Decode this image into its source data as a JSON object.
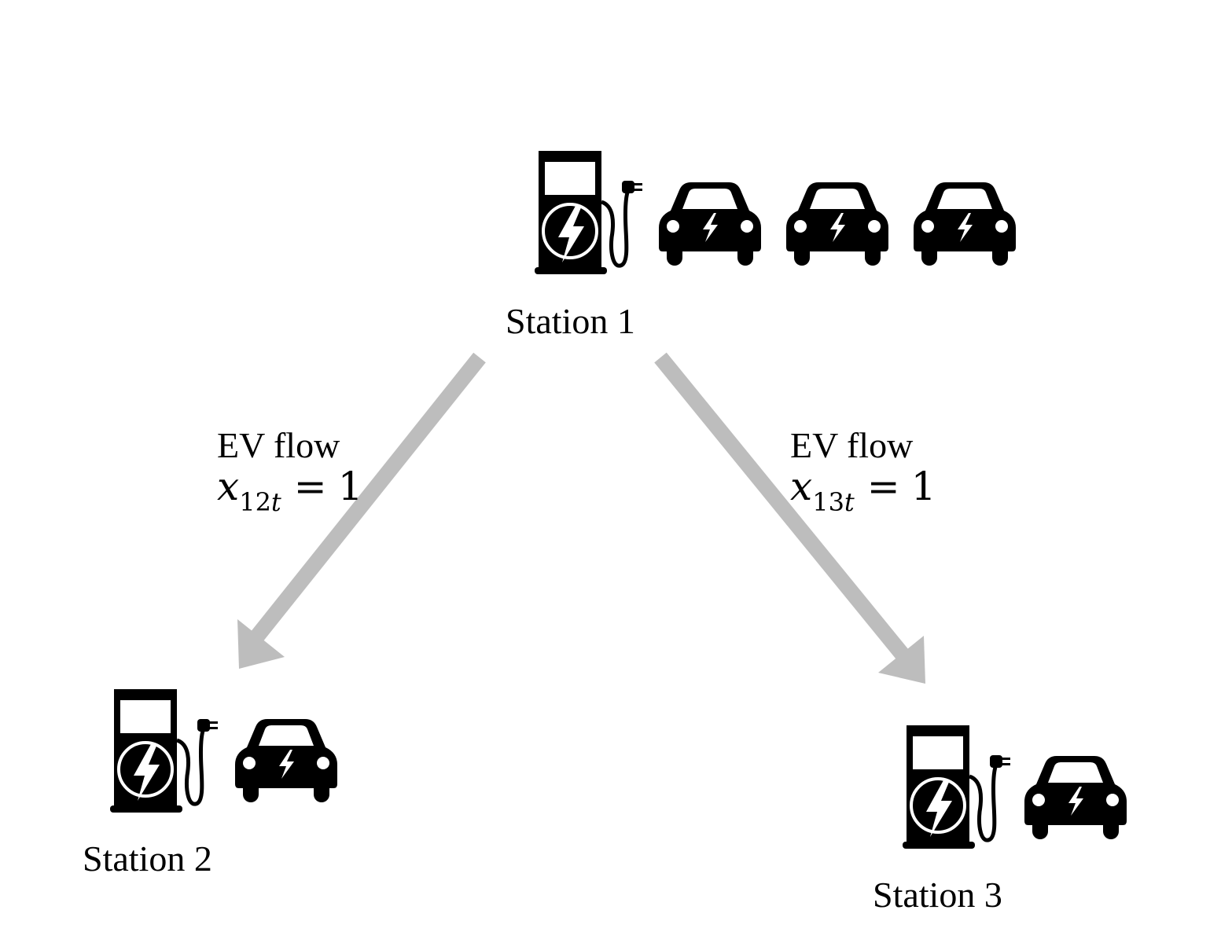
{
  "stations": [
    {
      "label": "Station 1",
      "vehicles": 3
    },
    {
      "label": "Station 2",
      "vehicles": 1
    },
    {
      "label": "Station 3",
      "vehicles": 1
    }
  ],
  "flows": [
    {
      "title": "EV flow",
      "var": "x",
      "sub_num": "12",
      "sub_var": "t",
      "rel": "=",
      "value": "1"
    },
    {
      "title": "EV flow",
      "var": "x",
      "sub_num": "13",
      "sub_var": "t",
      "rel": "=",
      "value": "1"
    }
  ],
  "colors": {
    "arrow": "#bdbdbd",
    "icon": "#000000",
    "background": "#ffffff"
  },
  "icons": [
    "ev-charger-icon",
    "electric-car-icon",
    "arrow"
  ]
}
